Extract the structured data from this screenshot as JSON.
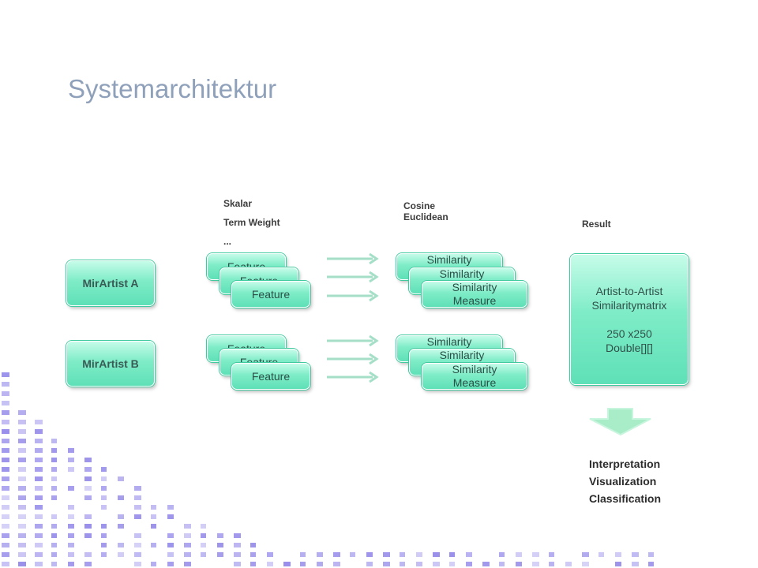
{
  "title": "Systemarchitektur",
  "artists": {
    "a": "MirArtist A",
    "b": "MirArtist B"
  },
  "feature_label": "Feature",
  "similarity_label": "Similarity\nMeasure",
  "labels": {
    "feature_types": "Skalar\nTerm Weight\n...",
    "similarity_types": "Cosine\nEuclidean",
    "result": "Result"
  },
  "result_box": "Artist-to-Artist\nSimilaritymatrix\n\n250 x250\nDouble[][]",
  "outputs": "Interpretation\nVisualization\nClassification",
  "colors": {
    "title": "#8fa0ba",
    "box_fill": "#7eecc7",
    "box_border": "#41c99f",
    "arrow": "#a6dfc8",
    "decoration": "#8d82e8"
  }
}
